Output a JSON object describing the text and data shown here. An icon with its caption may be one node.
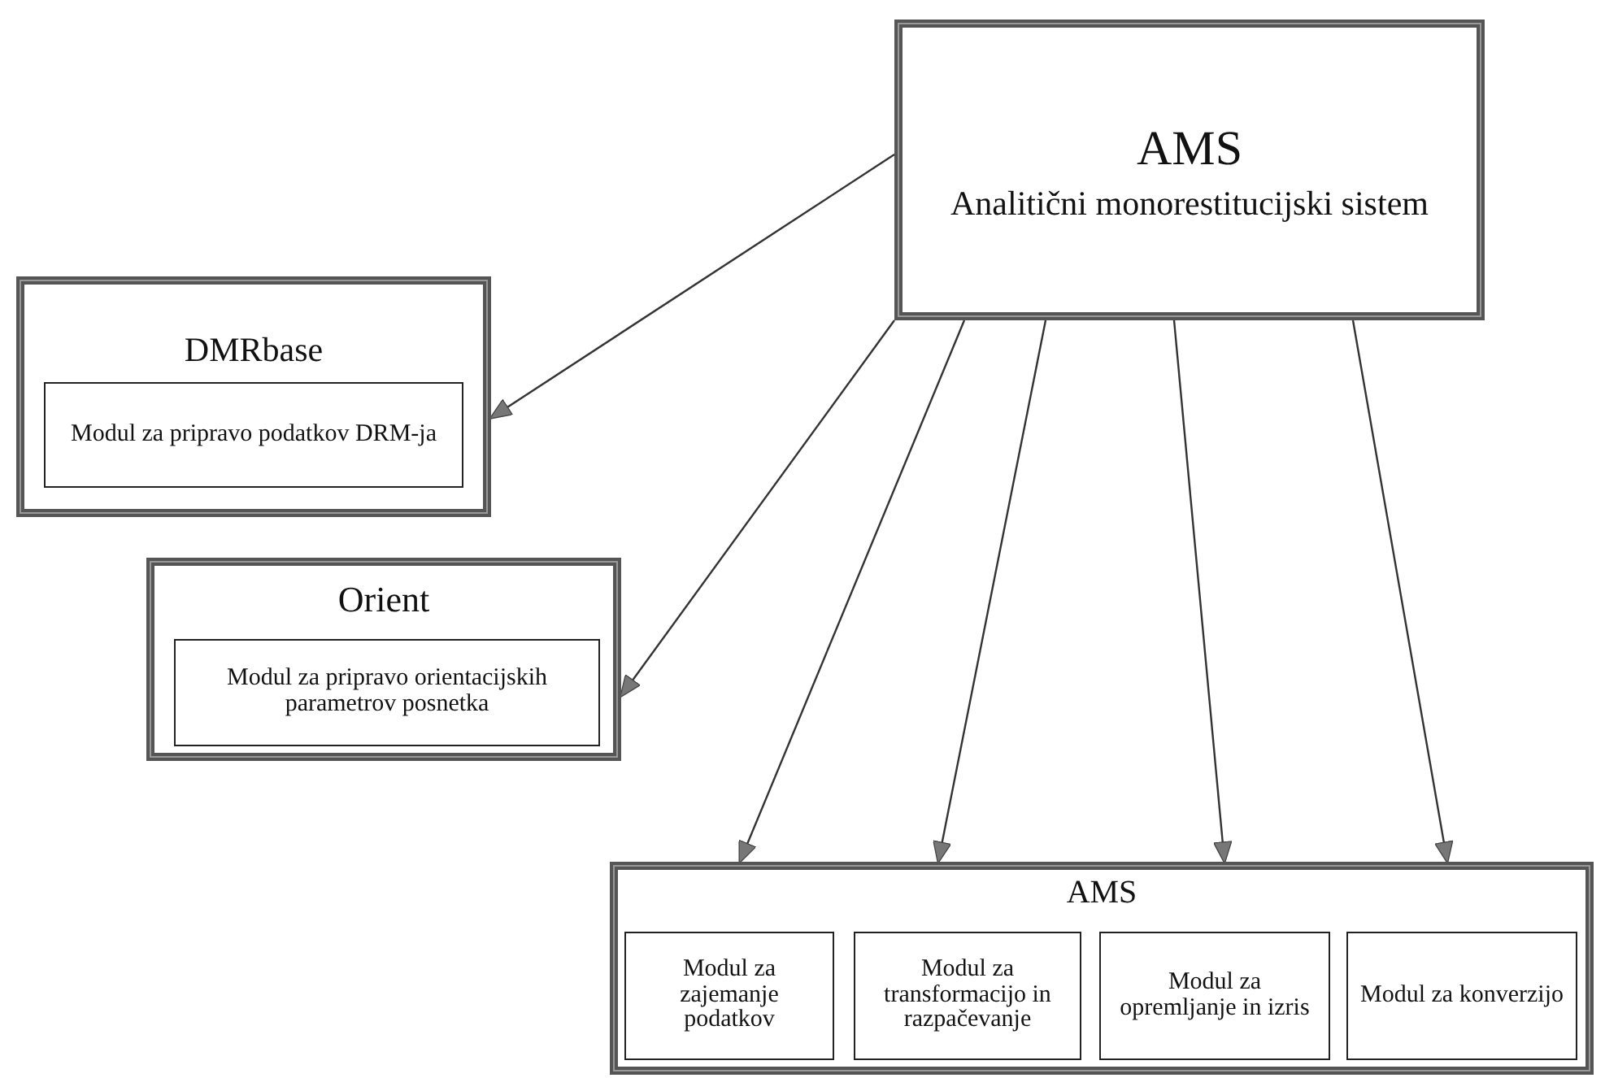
{
  "diagram": {
    "nodes": [
      {
        "text": [
          "AMS",
          "Analitični monorestitucijski sistem"
        ]
      },
      {
        "text": [
          "DMRbase"
        ]
      },
      {
        "text": [
          "Modul za pripravo podatkov DRM-ja"
        ],
        "in": 1
      },
      {
        "text": [
          "Orient"
        ]
      },
      {
        "text": [
          "Modul za pripravo orientacijskih parametrov posnetka"
        ],
        "in": 3
      },
      {
        "text": [
          "AMS"
        ]
      },
      {
        "text": [
          "Modul za zajemanje podatkov"
        ],
        "in": 5
      },
      {
        "text": [
          "Modul za transformacijo in razpačevanje"
        ],
        "in": 5
      },
      {
        "text": [
          "Modul za opremljanje in izris"
        ],
        "in": 5
      },
      {
        "text": [
          "Modul za konverzijo"
        ],
        "in": 5
      }
    ],
    "edges": [
      {
        "from": 0,
        "to": 1,
        "arrow": "to"
      },
      {
        "from": 0,
        "to": 3,
        "arrow": "to"
      },
      {
        "from": 0,
        "to": 5,
        "arrow": "to"
      },
      {
        "from": 0,
        "to": 5,
        "arrow": "to"
      },
      {
        "from": 0,
        "to": 5,
        "arrow": "to"
      },
      {
        "from": 0,
        "to": 5,
        "arrow": "to"
      }
    ]
  }
}
